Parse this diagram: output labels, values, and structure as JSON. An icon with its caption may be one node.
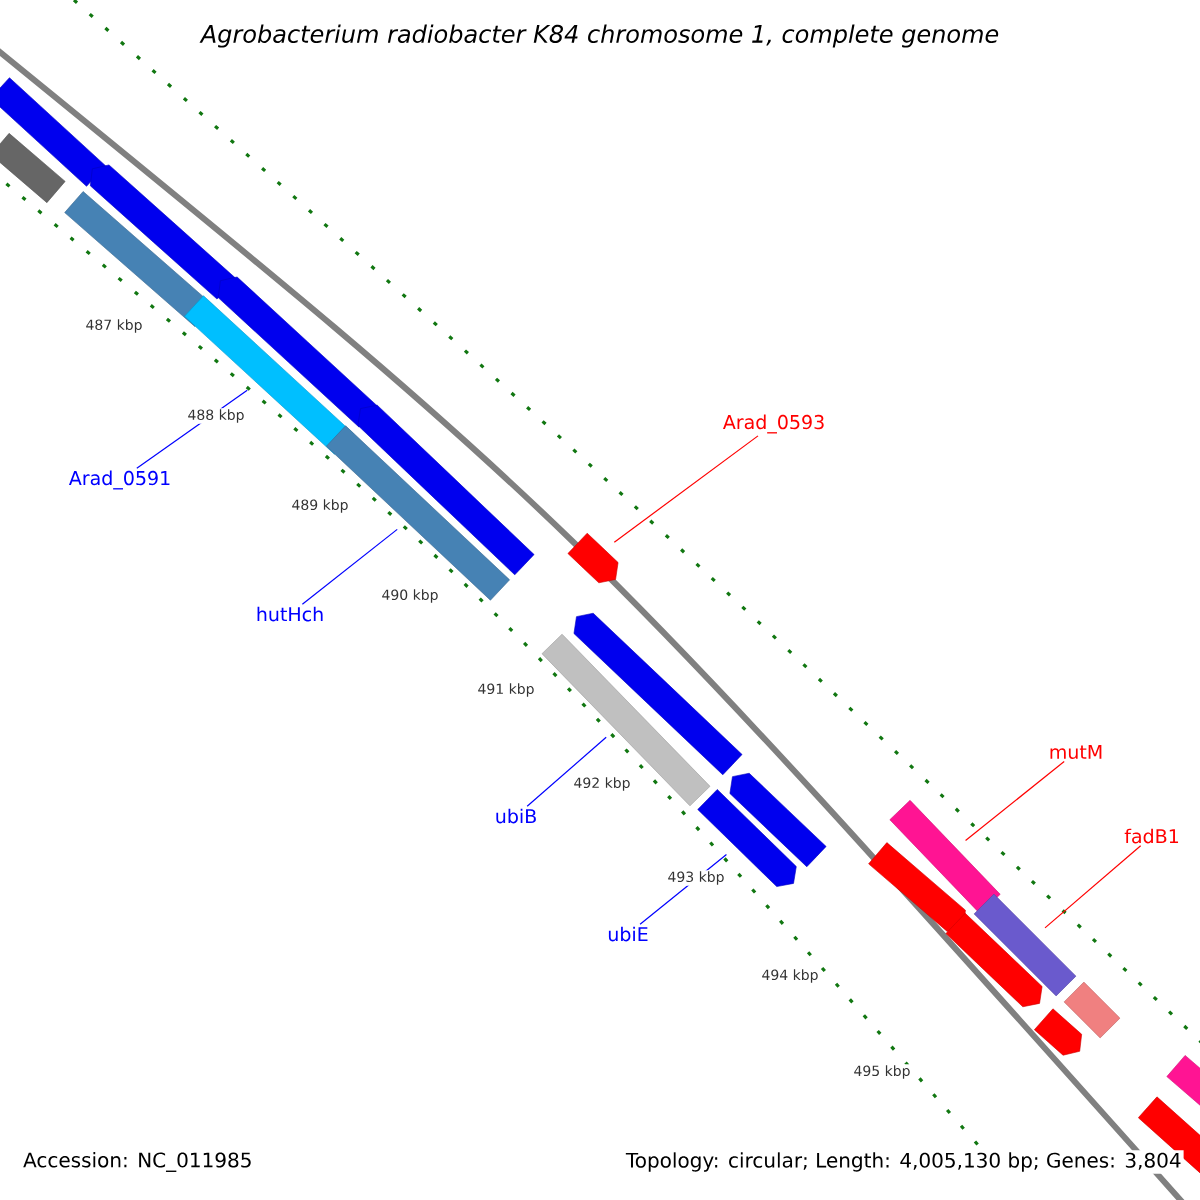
{
  "diagram": {
    "title": "Agrobacterium radiobacter K84 chromosome 1, complete genome",
    "nodes": [
      {
        "text": [
          "Arad_0593"
        ]
      },
      {
        "text": [
          "Arad_0591"
        ]
      },
      {
        "text": [
          "hutHch"
        ]
      },
      {
        "text": [
          "ubiB"
        ]
      },
      {
        "text": [
          "ubiE"
        ]
      },
      {
        "text": [
          "mutM"
        ]
      },
      {
        "text": [
          "fadB1"
        ]
      },
      {
        "text": [],
        "shape": "arrow"
      },
      {
        "text": [],
        "shape": "arrow"
      },
      {
        "text": [],
        "shape": "arrow"
      },
      {
        "text": [],
        "shape": "arrow"
      },
      {
        "text": [],
        "shape": "bar"
      },
      {
        "text": [],
        "shape": "bar"
      },
      {
        "text": [],
        "shape": "bar"
      },
      {
        "text": [],
        "shape": "bar"
      },
      {
        "text": [],
        "shape": "arrow"
      },
      {
        "text": [],
        "shape": "arrow"
      },
      {
        "text": [],
        "shape": "arrow"
      },
      {
        "text": [],
        "shape": "bar"
      },
      {
        "text": [],
        "shape": "arrow"
      },
      {
        "text": [],
        "shape": "arrow"
      },
      {
        "text": [],
        "shape": "arrow"
      },
      {
        "text": [],
        "shape": "arrow"
      },
      {
        "text": [],
        "shape": "bar"
      },
      {
        "text": [],
        "shape": "bar"
      },
      {
        "text": [],
        "shape": "bar"
      },
      {
        "text": [],
        "shape": "arrow"
      },
      {
        "text": [],
        "shape": "bar"
      }
    ],
    "edges": [
      {
        "from": 0,
        "to": 15,
        "arrow": "none",
        "color": "#ff0000"
      },
      {
        "from": 1,
        "to": 13,
        "arrow": "none",
        "color": "#0000ff"
      },
      {
        "from": 2,
        "to": 14,
        "arrow": "none",
        "color": "#0000ff"
      },
      {
        "from": 3,
        "to": 18,
        "arrow": "none",
        "color": "#0000ff"
      },
      {
        "from": 4,
        "to": 19,
        "arrow": "none",
        "color": "#0000ff"
      },
      {
        "from": 5,
        "to": 23,
        "arrow": "none",
        "color": "#ff0000"
      },
      {
        "from": 6,
        "to": 24,
        "arrow": "none",
        "color": "#ff0000"
      }
    ],
    "labels": [
      "487 kbp",
      "488 kbp",
      "489 kbp",
      "490 kbp",
      "491 kbp",
      "492 kbp",
      "493 kbp",
      "494 kbp",
      "495 kbp",
      "Accession: NC_011985",
      "Topology: circular; Length: 4,005,130 bp; Genes: 3,804"
    ]
  }
}
